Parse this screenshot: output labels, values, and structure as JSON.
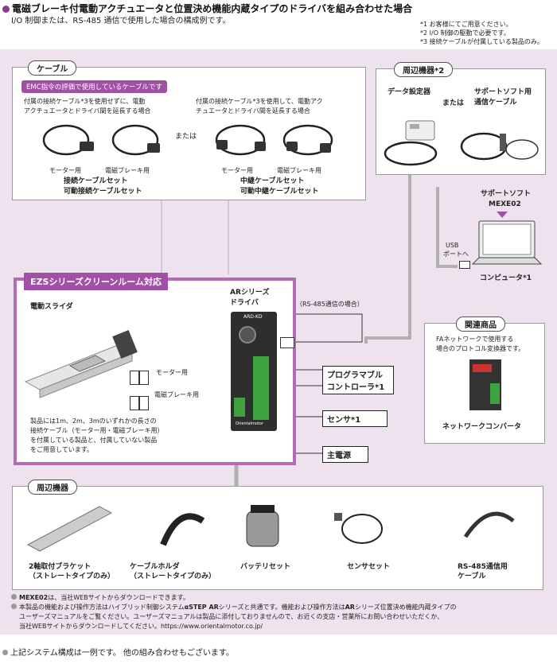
{
  "header": {
    "title": "電磁ブレーキ付電動アクチュエータと位置決め機能内蔵タイプのドライバを組み合わせた場合",
    "subtitle": "I/O 制御または、RS-485 通信で使用した場合の構成例です。",
    "notes": [
      "*1 お客様にてご用意ください。",
      "*2 I/O 制御の駆動で必要です。",
      "*3 接続ケーブルが付属している製品のみ。"
    ]
  },
  "cable_panel": {
    "label": "ケーブル",
    "emc_badge": "EMC指令の評価で使用しているケーブルです",
    "left_desc_1": "付属の接続ケーブル*3を使用せずに、電動",
    "left_desc_2": "アクチュエータとドライバ間を延長する場合",
    "right_desc_1": "付属の接続ケーブル*3を使用して、電動アク",
    "right_desc_2": "チュエータとドライバ間を延長する場合",
    "or": "または",
    "motor_label": "モーター用",
    "brake_label": "電磁ブレーキ用",
    "left_set_1": "接続ケーブルセット",
    "left_set_2": "可動接続ケーブルセット",
    "right_set_1": "中継ケーブルセット",
    "right_set_2": "可動中継ケーブルセット"
  },
  "peripheral_top": {
    "label": "周辺機器*2",
    "data_setter": "データ設定器",
    "or": "または",
    "support_cable_1": "サポートソフト用",
    "support_cable_2": "通信ケーブル"
  },
  "support_soft": {
    "label": "サポートソフト",
    "name": "MEXE02",
    "usb_1": "USB",
    "usb_2": "ポートへ",
    "computer": "コンピュータ*1"
  },
  "ezs": {
    "tag": "EZSシリーズクリーンルーム対応",
    "slider": "電動スライダ",
    "driver_1": "ARシリーズ",
    "driver_2": "ドライバ",
    "motor_wire": "モーター用",
    "brake_wire": "電磁ブレーキ用",
    "note_1": "製品には1m、2m、3mのいずれかの長さの",
    "note_2": "接続ケーブル（モーター用・電磁ブレーキ用）",
    "note_3": "を付属している製品と、付属していない製品",
    "note_4": "をご用意しています。",
    "driver_model": "ARD-KD",
    "driver_brand": "Orientalmotor"
  },
  "connections": {
    "rs485": "（RS-485通信の場合）",
    "plc_1": "プログラマブル",
    "plc_2": "コントローラ*1",
    "sensor": "センサ*1",
    "power": "主電源"
  },
  "related": {
    "label": "関連商品",
    "desc_1": "FAネットワークで使用する",
    "desc_2": "場合のプロトコル変換器です。",
    "name": "ネットワークコンバータ"
  },
  "peripheral_bottom": {
    "label": "周辺機器",
    "items": [
      {
        "l1": "2軸取付ブラケット",
        "l2": "（ストレートタイプのみ）"
      },
      {
        "l1": "ケーブルホルダ",
        "l2": "（ストレートタイプのみ）"
      },
      {
        "l1": "バッテリセット",
        "l2": ""
      },
      {
        "l1": "センサセット",
        "l2": ""
      },
      {
        "l1": "RS-485通信用",
        "l2": "ケーブル"
      }
    ]
  },
  "footnotes": {
    "n1_bold": "MEXE02",
    "n1": "は、当社WEBサイトからダウンロードできます。",
    "n2_a": "本製品の機能および操作方法はハイブリッド制御システム",
    "n2_brand": "αSTEP AR",
    "n2_b": "シリーズと共通です。機能および操作方法は",
    "n2_ar": "AR",
    "n2_c": "シリーズ位置決め機能内蔵タイプの",
    "n2_line2": "ユーザーズマニュアルをご覧ください。ユーザーズマニュアルは製品に添付しておりませんので、お近くの支店・営業所にお問い合わせいただくか、",
    "n2_line3": "当社WEBサイトからダウンロードしてください。https://www.orientalmotor.co.jp/",
    "bottom": "上記システム構成は一例です。 他の組み合わせもございます。"
  },
  "colors": {
    "accent": "#a24fa6",
    "bg": "#efe2ef",
    "cable_gray": "#b0b0b0"
  }
}
